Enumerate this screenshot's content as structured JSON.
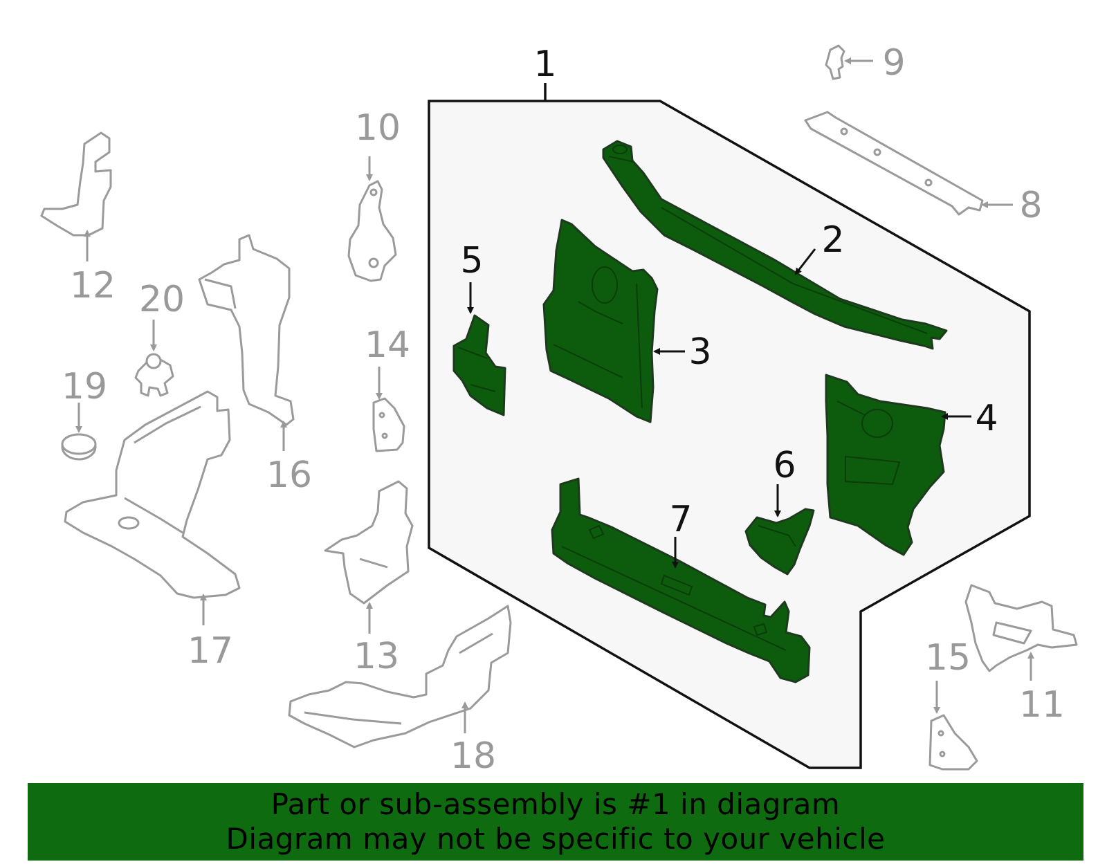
{
  "colors": {
    "highlight_fill": "#0d5c0d",
    "highlight_outline": "#1e3a1e",
    "other_part_outline": "#9a9a9a",
    "assembly_region_fill": "#f7f7f7",
    "assembly_region_stroke": "#111111",
    "highlight_label": "#111111",
    "other_label": "#999999",
    "banner_background": "#0f6b0f",
    "banner_text": "#000000"
  },
  "callouts": {
    "c1": "1",
    "c2": "2",
    "c3": "3",
    "c4": "4",
    "c5": "5",
    "c6": "6",
    "c7": "7",
    "c8": "8",
    "c9": "9",
    "c10": "10",
    "c11": "11",
    "c12": "12",
    "c13": "13",
    "c14": "14",
    "c15": "15",
    "c16": "16",
    "c17": "17",
    "c18": "18",
    "c19": "19",
    "c20": "20"
  },
  "highlighted_parts": [
    "1",
    "2",
    "3",
    "4",
    "5",
    "6",
    "7"
  ],
  "banner": {
    "line1": "Part or sub-assembly is #1 in diagram",
    "line2": "Diagram may not be specific to your vehicle"
  }
}
